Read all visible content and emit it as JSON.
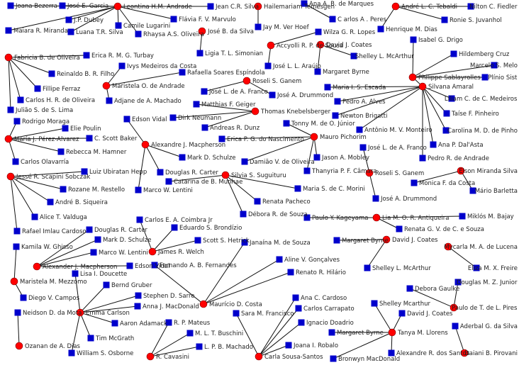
{
  "palette": {
    "center_node": "#ff0000",
    "leaf_node": "#0000cc",
    "edge": "#111111",
    "background": "#ffffff"
  },
  "nodes": [
    {
      "id": "joana",
      "label": "Joana Bezerra",
      "kind": "leaf"
    },
    {
      "id": "jegarcia",
      "label": "José E. Garcia",
      "kind": "leaf"
    },
    {
      "id": "leontina",
      "label": "Leontina H.M. Andrade",
      "kind": "center"
    },
    {
      "id": "jeancr",
      "label": "Jean C.R. Silva",
      "kind": "leaf"
    },
    {
      "id": "jpdubey",
      "label": "J.P. Dubey",
      "kind": "leaf"
    },
    {
      "id": "luana",
      "label": "Luana T.R. Silva",
      "kind": "leaf"
    },
    {
      "id": "flavia",
      "label": "Flávia F. V. Marvulo",
      "kind": "leaf"
    },
    {
      "id": "camile",
      "label": "Camile Lugarini",
      "kind": "leaf"
    },
    {
      "id": "rhaysa",
      "label": "Rhaysa A.S. Oliveira",
      "kind": "leaf"
    },
    {
      "id": "maiara",
      "label": "Maiara R. Miranda",
      "kind": "leaf"
    },
    {
      "id": "hailemariam",
      "label": "Hailemariam Temesgen",
      "kind": "center"
    },
    {
      "id": "jaymver",
      "label": "Jay M. Ver Hoef",
      "kind": "leaf"
    },
    {
      "id": "anaabm",
      "label": "Ana A. B. de Marques",
      "kind": "leaf"
    },
    {
      "id": "caperes",
      "label": "C arlos A . Peres",
      "kind": "leaf"
    },
    {
      "id": "jbdasilva",
      "label": "José B. da Silva",
      "kind": "center"
    },
    {
      "id": "ligia",
      "label": "Ligia T. L. Simonian",
      "kind": "leaf"
    },
    {
      "id": "andrelct",
      "label": "André L. C. Tebaldi",
      "kind": "center"
    },
    {
      "id": "henrique",
      "label": "Henrique M. Dias",
      "kind": "leaf"
    },
    {
      "id": "nilton",
      "label": "Nilton C. Fiedler",
      "kind": "leaf"
    },
    {
      "id": "ronie",
      "label": "Ronie S. Juvanhol",
      "kind": "leaf"
    },
    {
      "id": "fabricia",
      "label": "Fabricia B. de Oliveira",
      "kind": "center"
    },
    {
      "id": "ericarm",
      "label": "Erica R. M. G. Turbay",
      "kind": "leaf"
    },
    {
      "id": "reinaldo",
      "label": "Reinaldo B. R. Filho",
      "kind": "leaf"
    },
    {
      "id": "fillipe",
      "label": "Fillipe Ferraz",
      "kind": "leaf"
    },
    {
      "id": "carloshr",
      "label": "Carlos H. R. de Oliveira",
      "kind": "leaf"
    },
    {
      "id": "juliao",
      "label": "Julião S. de S. Lima",
      "kind": "leaf"
    },
    {
      "id": "accyolli",
      "label": "Accyolli R. P. de Sousa",
      "kind": "center"
    },
    {
      "id": "wilza",
      "label": "Wilza G. R. Lopes",
      "kind": "leaf"
    },
    {
      "id": "josellaraujo",
      "label": "José L. L. Araújo",
      "kind": "leaf"
    },
    {
      "id": "davidcoates1",
      "label": "David J. Coates",
      "kind": "center"
    },
    {
      "id": "shelley1",
      "label": "Shelley L. McArthur",
      "kind": "leaf"
    },
    {
      "id": "margaret1",
      "label": "Margaret Byrne",
      "kind": "leaf"
    },
    {
      "id": "isabel",
      "label": "Isabel G. Drigo",
      "kind": "leaf"
    },
    {
      "id": "philippe",
      "label": "Philippe Sablayrolles",
      "kind": "center"
    },
    {
      "id": "hildemberg",
      "label": "Hildemberg Cruz",
      "kind": "leaf"
    },
    {
      "id": "marcelo",
      "label": "Marcelo S. Melo",
      "kind": "leaf"
    },
    {
      "id": "plinio",
      "label": "Plínio Sist",
      "kind": "leaf"
    },
    {
      "id": "ivys",
      "label": "Ivys Medeiros da Costa",
      "kind": "leaf"
    },
    {
      "id": "rafaella",
      "label": "Rafaella Soares Espíndola",
      "kind": "leaf"
    },
    {
      "id": "maristelaoa",
      "label": "Maristela O. de Andrade",
      "kind": "center"
    },
    {
      "id": "adjane",
      "label": "Adjane de A. Machado",
      "kind": "leaf"
    },
    {
      "id": "roseli1",
      "label": "Roseli S. Ganem",
      "kind": "center"
    },
    {
      "id": "joseldf1",
      "label": "José L. de A. Franco",
      "kind": "leaf"
    },
    {
      "id": "josead1",
      "label": "José A. Drummond",
      "kind": "leaf"
    },
    {
      "id": "mariaise",
      "label": "Maria I. S. Escada",
      "kind": "leaf"
    },
    {
      "id": "silvana",
      "label": "Silvana Amaral",
      "kind": "center"
    },
    {
      "id": "pedroa",
      "label": "Pedro A. Alves",
      "kind": "leaf"
    },
    {
      "id": "liliam",
      "label": "Liliam C. de C. Medeiros",
      "kind": "leaf"
    },
    {
      "id": "taise",
      "label": "Taíse F. Pinheiro",
      "kind": "leaf"
    },
    {
      "id": "newton",
      "label": "Newton Brigatti",
      "kind": "leaf"
    },
    {
      "id": "antonio",
      "label": "Antônio M. V. Monteiro",
      "kind": "leaf"
    },
    {
      "id": "carolina",
      "label": "Carolina M. D. de Pinho",
      "kind": "leaf"
    },
    {
      "id": "anapdalasta",
      "label": "Ana P. Dal'Asta",
      "kind": "leaf"
    },
    {
      "id": "pedrorandrade",
      "label": "Pedro R. de Andrade",
      "kind": "leaf"
    },
    {
      "id": "matthias",
      "label": "Matthias F. Geiger",
      "kind": "leaf"
    },
    {
      "id": "thomas",
      "label": "Thomas Knebelsberger",
      "kind": "center"
    },
    {
      "id": "dirk",
      "label": "Dirk Neumann",
      "kind": "leaf"
    },
    {
      "id": "andreas",
      "label": "Andreas R. Dunz",
      "kind": "leaf"
    },
    {
      "id": "rodrigo",
      "label": "Rodrigo Moraga",
      "kind": "leaf"
    },
    {
      "id": "elie",
      "label": "Elie Poulin",
      "kind": "leaf"
    },
    {
      "id": "mariajpa",
      "label": "María J. Pérez-Alvarez",
      "kind": "center"
    },
    {
      "id": "cscott",
      "label": "C. Scott Baker",
      "kind": "leaf"
    },
    {
      "id": "rebecca",
      "label": "Rebecca M. Hamner",
      "kind": "leaf"
    },
    {
      "id": "carlosolav",
      "label": "Carlos Olavarría",
      "kind": "leaf"
    },
    {
      "id": "edsonvidal1",
      "label": "Edson Vidal",
      "kind": "leaf"
    },
    {
      "id": "alexjm1",
      "label": "Alexandre J. Macpherson",
      "kind": "center"
    },
    {
      "id": "markds1",
      "label": "Mark D. Schulze",
      "kind": "leaf"
    },
    {
      "id": "douglasrc1",
      "label": "Douglas R. Carter",
      "kind": "leaf"
    },
    {
      "id": "marcowl1",
      "label": "Marco W. Lentini",
      "kind": "leaf"
    },
    {
      "id": "tonny",
      "label": "Tonny M. de O. Júnior",
      "kind": "leaf"
    },
    {
      "id": "mauro",
      "label": "Mauro Pichorim",
      "kind": "center"
    },
    {
      "id": "ericapgn",
      "label": "Erica P. G. do Nascimento",
      "kind": "leaf"
    },
    {
      "id": "damiao",
      "label": "Damião V. de Oliveira",
      "kind": "leaf"
    },
    {
      "id": "jason",
      "label": "Jason A. Mobley",
      "kind": "leaf"
    },
    {
      "id": "thanyria",
      "label": "Thanyria P. F. Câmara",
      "kind": "leaf"
    },
    {
      "id": "jesser",
      "label": "Jessé R. Scapini Sobczak",
      "kind": "center"
    },
    {
      "id": "luiz",
      "label": "Luiz Ubiratan Hepp",
      "kind": "leaf"
    },
    {
      "id": "rozane",
      "label": "Rozane M. Restello",
      "kind": "leaf"
    },
    {
      "id": "andrebs",
      "label": "André B. Siqueira",
      "kind": "leaf"
    },
    {
      "id": "alicet",
      "label": "Alice T. Valduga",
      "kind": "leaf"
    },
    {
      "id": "rafael",
      "label": "Rafael Imlau Cardoso",
      "kind": "leaf"
    },
    {
      "id": "silvias",
      "label": "Silvia S. Suguituru",
      "kind": "center"
    },
    {
      "id": "catarina",
      "label": "Catarina de B. Munhae",
      "kind": "leaf"
    },
    {
      "id": "mariasc",
      "label": "Maria S. de C. Morini",
      "kind": "leaf"
    },
    {
      "id": "renata1",
      "label": "Renata Pacheco",
      "kind": "leaf"
    },
    {
      "id": "debora1",
      "label": "Débora R. de Souza",
      "kind": "leaf"
    },
    {
      "id": "joseldf2",
      "label": "José L. de A. Franco",
      "kind": "leaf"
    },
    {
      "id": "roseli2",
      "label": "Roseli S. Ganem",
      "kind": "center"
    },
    {
      "id": "josead2",
      "label": "José A. Drummond",
      "kind": "leaf"
    },
    {
      "id": "elson",
      "label": "Elson Miranda Silva",
      "kind": "center"
    },
    {
      "id": "monica",
      "label": "Monica F. da Costa",
      "kind": "leaf"
    },
    {
      "id": "mario",
      "label": "Mário Barletta",
      "kind": "leaf"
    },
    {
      "id": "carlosecj",
      "label": "Carlos E. A. Coimbra Jr",
      "kind": "leaf"
    },
    {
      "id": "eduardo",
      "label": "Eduardo S. Brondízio",
      "kind": "leaf"
    },
    {
      "id": "scott",
      "label": "Scott S. Hetrick",
      "kind": "leaf"
    },
    {
      "id": "jamesr",
      "label": "James R. Welch",
      "kind": "center"
    },
    {
      "id": "pauloyk",
      "label": "Paulo Y. Kageyama",
      "kind": "leaf"
    },
    {
      "id": "liamor",
      "label": "Lia M. O. R. Antiqueira",
      "kind": "center"
    },
    {
      "id": "miklos",
      "label": "Miklós M. Bajay",
      "kind": "leaf"
    },
    {
      "id": "renatagv",
      "label": "Renata G. V. de C. e Souza",
      "kind": "leaf"
    },
    {
      "id": "douglasrc2",
      "label": "Douglas R. Carter",
      "kind": "leaf"
    },
    {
      "id": "markds2",
      "label": "Mark D. Schulze",
      "kind": "leaf"
    },
    {
      "id": "alexjm2",
      "label": "Alexander J. Macpherson",
      "kind": "center"
    },
    {
      "id": "marcowl2",
      "label": "Marco W. Lentini",
      "kind": "leaf"
    },
    {
      "id": "edsonvidal2",
      "label": "Edson Vidal",
      "kind": "leaf"
    },
    {
      "id": "kamila",
      "label": "Kamila W. Ghisso",
      "kind": "leaf"
    },
    {
      "id": "maristelamm",
      "label": "Maristela M. Mezzomo",
      "kind": "center"
    },
    {
      "id": "diego",
      "label": "Diego V. Campos",
      "kind": "leaf"
    },
    {
      "id": "fernando",
      "label": "Fernando A. B. Fernandes",
      "kind": "leaf"
    },
    {
      "id": "janaina",
      "label": "Janaína M. de Souza",
      "kind": "leaf"
    },
    {
      "id": "aline",
      "label": "Aline V. Gonçalves",
      "kind": "leaf"
    },
    {
      "id": "renatorh",
      "label": "Renato R. Hilário",
      "kind": "leaf"
    },
    {
      "id": "mauriciodc",
      "label": "Maurício D. Costa",
      "kind": "center"
    },
    {
      "id": "margaret2",
      "label": "Margaret Byrne",
      "kind": "leaf"
    },
    {
      "id": "davidcoates2",
      "label": "David J. Coates",
      "kind": "center"
    },
    {
      "id": "shelley2",
      "label": "Shelley L. McArthur",
      "kind": "leaf"
    },
    {
      "id": "mycarla",
      "label": "Mycarla M. A. de Lucena",
      "kind": "center"
    },
    {
      "id": "eliza",
      "label": "Eliza M. X. Freire",
      "kind": "leaf"
    },
    {
      "id": "lisa",
      "label": "Lisa I. Doucette",
      "kind": "leaf"
    },
    {
      "id": "bernd",
      "label": "Bernd Gruber",
      "kind": "leaf"
    },
    {
      "id": "stephen",
      "label": "Stephen D. Sarre",
      "kind": "leaf"
    },
    {
      "id": "annajm",
      "label": "Anna J. MacDonald",
      "kind": "leaf"
    },
    {
      "id": "emma",
      "label": "Emma Carlson",
      "kind": "center"
    },
    {
      "id": "aaron",
      "label": "Aaron Adamack",
      "kind": "leaf"
    },
    {
      "id": "tim",
      "label": "Tim McGrath",
      "kind": "leaf"
    },
    {
      "id": "william",
      "label": "William S. Osborne",
      "kind": "leaf"
    },
    {
      "id": "neidson",
      "label": "Neidson D. da Mota",
      "kind": "leaf"
    },
    {
      "id": "ozanan",
      "label": "Ozanan de A. Dias",
      "kind": "center"
    },
    {
      "id": "saramf",
      "label": "Sara M. Francisco",
      "kind": "leaf"
    },
    {
      "id": "anacc",
      "label": "Ana C. Cardoso",
      "kind": "leaf"
    },
    {
      "id": "carloscarr",
      "label": "Carlos Carrapato",
      "kind": "leaf"
    },
    {
      "id": "ignacio",
      "label": "Ignacio Doadrio",
      "kind": "leaf"
    },
    {
      "id": "joanair",
      "label": "Joana I. Robalo",
      "kind": "leaf"
    },
    {
      "id": "carlasousa",
      "label": "Carla Sousa-Santos",
      "kind": "center"
    },
    {
      "id": "rpmateus",
      "label": "R. P. Mateus",
      "kind": "leaf"
    },
    {
      "id": "mlt",
      "label": "M. L. T. Buschini",
      "kind": "leaf"
    },
    {
      "id": "lpbm",
      "label": "L. P. B. Machado",
      "kind": "leaf"
    },
    {
      "id": "rcavasini",
      "label": "R. Cavasini",
      "kind": "center"
    },
    {
      "id": "debora2",
      "label": "Debora Gaulke",
      "kind": "leaf"
    },
    {
      "id": "douglasmz",
      "label": "Douglas M. Z. Junior",
      "kind": "leaf"
    },
    {
      "id": "paulotlp",
      "label": "Paulo de T. de L. Pires",
      "kind": "center"
    },
    {
      "id": "shelleymc",
      "label": "Shelley Mcarthur",
      "kind": "leaf"
    },
    {
      "id": "davidcoates3",
      "label": "David J. Coates",
      "kind": "leaf"
    },
    {
      "id": "margaret3",
      "label": "Margaret Byrne",
      "kind": "leaf"
    },
    {
      "id": "tanya",
      "label": "Tanya M. Llorens",
      "kind": "center"
    },
    {
      "id": "bronwyn",
      "label": "Bronwyn MacDonald",
      "kind": "leaf"
    },
    {
      "id": "alexandrers",
      "label": "Alexandre R. dos Santos",
      "kind": "leaf"
    },
    {
      "id": "aderbal",
      "label": "Aderbal G. da Silva",
      "kind": "leaf"
    },
    {
      "id": "daiani",
      "label": "Daiani B. Pirovani",
      "kind": "center"
    }
  ],
  "edges": [
    [
      "leontina",
      "joana"
    ],
    [
      "leontina",
      "jegarcia"
    ],
    [
      "leontina",
      "jeancr"
    ],
    [
      "leontina",
      "jpdubey"
    ],
    [
      "leontina",
      "luana"
    ],
    [
      "leontina",
      "flavia"
    ],
    [
      "leontina",
      "camile"
    ],
    [
      "leontina",
      "rhaysa"
    ],
    [
      "leontina",
      "maiara"
    ],
    [
      "hailemariam",
      "jaymver"
    ],
    [
      "anaabm",
      "caperes"
    ],
    [
      "jbdasilva",
      "ligia"
    ],
    [
      "andrelct",
      "henrique"
    ],
    [
      "andrelct",
      "nilton"
    ],
    [
      "andrelct",
      "ronie"
    ],
    [
      "fabricia",
      "ericarm"
    ],
    [
      "fabricia",
      "reinaldo"
    ],
    [
      "fabricia",
      "fillipe"
    ],
    [
      "fabricia",
      "carloshr"
    ],
    [
      "fabricia",
      "juliao"
    ],
    [
      "accyolli",
      "wilza"
    ],
    [
      "accyolli",
      "josellaraujo"
    ],
    [
      "davidcoates1",
      "shelley1"
    ],
    [
      "davidcoates1",
      "margaret1"
    ],
    [
      "philippe",
      "isabel"
    ],
    [
      "philippe",
      "hildemberg"
    ],
    [
      "philippe",
      "marcelo"
    ],
    [
      "philippe",
      "plinio"
    ],
    [
      "philippe",
      "silvana"
    ],
    [
      "maristelaoa",
      "ivys"
    ],
    [
      "maristelaoa",
      "rafaella"
    ],
    [
      "maristelaoa",
      "adjane"
    ],
    [
      "roseli1",
      "joseldf1"
    ],
    [
      "roseli1",
      "josead1"
    ],
    [
      "silvana",
      "mariaise"
    ],
    [
      "silvana",
      "pedroa"
    ],
    [
      "silvana",
      "liliam"
    ],
    [
      "silvana",
      "taise"
    ],
    [
      "silvana",
      "newton"
    ],
    [
      "silvana",
      "antonio"
    ],
    [
      "silvana",
      "carolina"
    ],
    [
      "silvana",
      "anapdalasta"
    ],
    [
      "silvana",
      "pedrorandrade"
    ],
    [
      "thomas",
      "matthias"
    ],
    [
      "thomas",
      "dirk"
    ],
    [
      "thomas",
      "andreas"
    ],
    [
      "mariajpa",
      "rodrigo"
    ],
    [
      "mariajpa",
      "elie"
    ],
    [
      "mariajpa",
      "cscott"
    ],
    [
      "mariajpa",
      "rebecca"
    ],
    [
      "mariajpa",
      "carlosolav"
    ],
    [
      "alexjm1",
      "edsonvidal1"
    ],
    [
      "alexjm1",
      "markds1"
    ],
    [
      "alexjm1",
      "douglasrc1"
    ],
    [
      "alexjm1",
      "marcowl1"
    ],
    [
      "mauro",
      "tonny"
    ],
    [
      "mauro",
      "ericapgn"
    ],
    [
      "mauro",
      "damiao"
    ],
    [
      "mauro",
      "jason"
    ],
    [
      "mauro",
      "thanyria"
    ],
    [
      "jesser",
      "luiz"
    ],
    [
      "jesser",
      "rozane"
    ],
    [
      "jesser",
      "andrebs"
    ],
    [
      "jesser",
      "alicet"
    ],
    [
      "jesser",
      "rafael"
    ],
    [
      "silvias",
      "catarina"
    ],
    [
      "silvias",
      "mariasc"
    ],
    [
      "silvias",
      "renata1"
    ],
    [
      "silvias",
      "debora1"
    ],
    [
      "roseli2",
      "joseldf2"
    ],
    [
      "roseli2",
      "josead2"
    ],
    [
      "elson",
      "monica"
    ],
    [
      "elson",
      "mario"
    ],
    [
      "jamesr",
      "carlosecj"
    ],
    [
      "jamesr",
      "eduardo"
    ],
    [
      "jamesr",
      "scott"
    ],
    [
      "liamor",
      "pauloyk"
    ],
    [
      "liamor",
      "miklos"
    ],
    [
      "liamor",
      "renatagv"
    ],
    [
      "alexjm2",
      "douglasrc2"
    ],
    [
      "alexjm2",
      "markds2"
    ],
    [
      "alexjm2",
      "marcowl2"
    ],
    [
      "alexjm2",
      "edsonvidal2"
    ],
    [
      "maristelamm",
      "kamila"
    ],
    [
      "maristelamm",
      "diego"
    ],
    [
      "mauriciodc",
      "fernando"
    ],
    [
      "mauriciodc",
      "janaina"
    ],
    [
      "mauriciodc",
      "aline"
    ],
    [
      "mauriciodc",
      "renatorh"
    ],
    [
      "davidcoates2",
      "margaret2"
    ],
    [
      "davidcoates2",
      "shelley2"
    ],
    [
      "mycarla",
      "eliza"
    ],
    [
      "emma",
      "lisa"
    ],
    [
      "emma",
      "bernd"
    ],
    [
      "emma",
      "stephen"
    ],
    [
      "emma",
      "annajm"
    ],
    [
      "emma",
      "aaron"
    ],
    [
      "emma",
      "tim"
    ],
    [
      "emma",
      "william"
    ],
    [
      "ozanan",
      "neidson"
    ],
    [
      "carlasousa",
      "saramf"
    ],
    [
      "carlasousa",
      "anacc"
    ],
    [
      "carlasousa",
      "carloscarr"
    ],
    [
      "carlasousa",
      "ignacio"
    ],
    [
      "carlasousa",
      "joanair"
    ],
    [
      "rcavasini",
      "rpmateus"
    ],
    [
      "rcavasini",
      "mlt"
    ],
    [
      "rcavasini",
      "lpbm"
    ],
    [
      "paulotlp",
      "debora2"
    ],
    [
      "paulotlp",
      "douglasmz"
    ],
    [
      "tanya",
      "shelleymc"
    ],
    [
      "tanya",
      "davidcoates3"
    ],
    [
      "tanya",
      "margaret3"
    ],
    [
      "tanya",
      "bronwyn"
    ],
    [
      "tanya",
      "alexandrers"
    ],
    [
      "daiani",
      "aderbal"
    ]
  ]
}
